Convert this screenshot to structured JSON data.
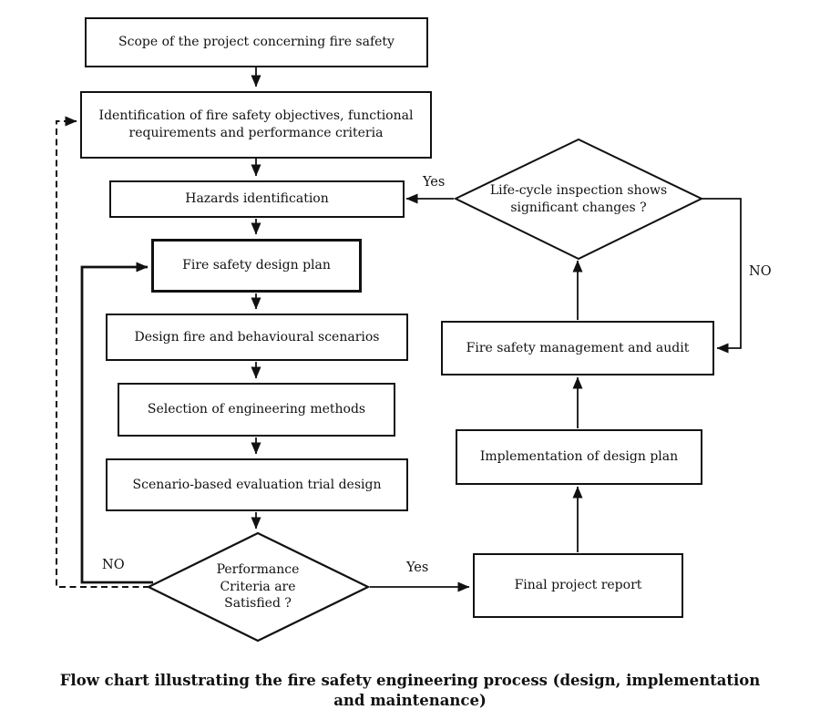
{
  "diagram": {
    "caption": "Flow chart illustrating the fire safety engineering process (design, implementation and maintenance)",
    "nodes": {
      "scope": "Scope of the project concerning fire safety",
      "identification": "Identification of fire safety objectives, functional\nrequirements and performance criteria",
      "hazards": "Hazards identification",
      "design_plan": "Fire safety design plan",
      "design_scenarios": "Design fire and behavioural scenarios",
      "selection_methods": "Selection of engineering methods",
      "scenario_evaluation": "Scenario-based evaluation trial design",
      "performance_decision": "Performance\nCriteria are\nSatisfied ?",
      "lifecycle_decision": "Life-cycle inspection shows\nsignificant changes ?",
      "management_audit": "Fire safety management and audit",
      "implementation": "Implementation of design plan",
      "final_report": "Final project report"
    },
    "edge_labels": {
      "lifecycle_yes": "Yes",
      "lifecycle_no": "NO",
      "performance_no": "NO",
      "performance_yes": "Yes"
    },
    "colors": {
      "line": "#111111",
      "background": "#ffffff",
      "text": "#111111"
    }
  }
}
